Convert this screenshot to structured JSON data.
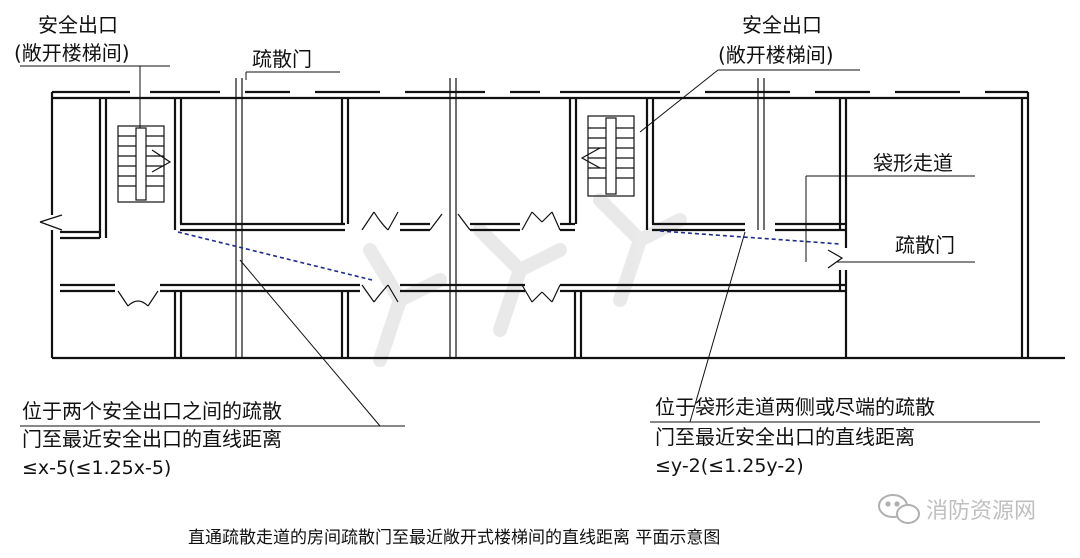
{
  "labels": {
    "exit_left_line1": "安全出口",
    "exit_left_line2": "(敞开楼梯间)",
    "exit_right_line1": "安全出口",
    "exit_right_line2": "(敞开楼梯间)",
    "door_top": "疏散门",
    "dead_end": "袋形走道",
    "door_right": "疏散门",
    "note_left_line1": "位于两个安全出口之间的疏散",
    "note_left_line2": "门至最近安全出口的直线距离",
    "note_left_line3": "≤x-5(≤1.25x-5)",
    "note_right_line1": "位于袋形走道两侧或尽端的疏散",
    "note_right_line2": "门至最近安全出口的直线距离",
    "note_right_line3": "≤y-2(≤1.25y-2)",
    "caption": "直通疏散走道的房间疏散门至最近敞开式楼梯间的直线距离 平面示意图",
    "watermark": "消防资源网"
  },
  "colors": {
    "line": "#111111",
    "dashed_path": "#1f2c8a",
    "watermark_text": "#bfbfbf"
  },
  "icons": {
    "watermark_logo": "wechat-bubble-icon"
  }
}
